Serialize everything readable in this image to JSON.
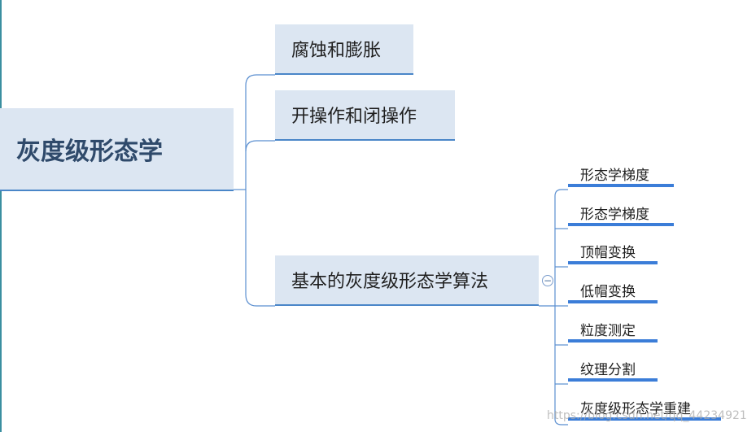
{
  "root": "灰度级形态学",
  "branches": [
    "腐蚀和膨胀",
    "开操作和闭操作",
    "基本的灰度级形态学算法"
  ],
  "leaves": [
    "形态学梯度",
    "形态学梯度",
    "顶帽变换",
    "低帽变换",
    "粒度测定",
    "纹理分割",
    "灰度级形态学重建"
  ],
  "collapse_symbol": "−",
  "watermark": "https://blog.csdn.net/qq_44234921"
}
